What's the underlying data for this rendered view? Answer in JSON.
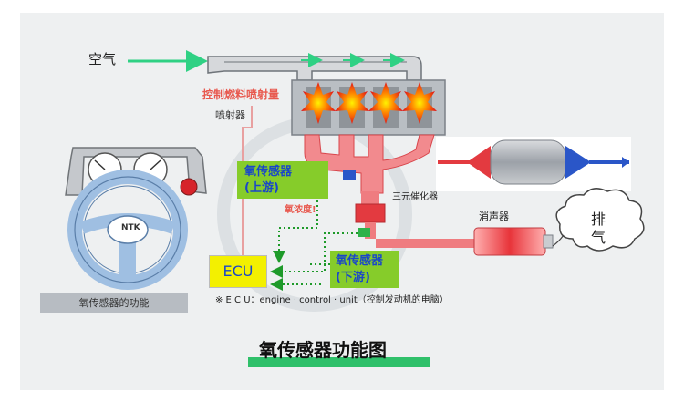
{
  "labels": {
    "air": "空气",
    "fuel_control": "控制燃料喷射量",
    "injector": "喷射器",
    "sensor_upstream": "氧传感器\n(上游)",
    "o2_concentration": "氧浓度!",
    "catalytic_converter": "三元催化器",
    "muffler": "消声器",
    "exhaust": "排\n气",
    "ecu": "ECU",
    "sensor_downstream": "氧传感器\n(下游)",
    "ecu_note": "※ E C U：engine · control · unit（控制发动机的电脑）",
    "dashboard_brand": "NTK",
    "left_caption": "氧传感器的功能",
    "main_title": "氧传感器功能图"
  },
  "colors": {
    "air_arrow": "#2fd184",
    "exhaust_pipe": "#e8484f",
    "sensor_box": "#86cc2a",
    "sensor_text": "#1a47c8",
    "ecu_box": "#f3f000",
    "signal_line": "#1e9a2a",
    "title_underline": "#2fc06a"
  },
  "icons": [
    "steering-wheel-icon",
    "gauge-icon",
    "warning-lamp-icon",
    "cloud-icon",
    "flame-icon"
  ]
}
